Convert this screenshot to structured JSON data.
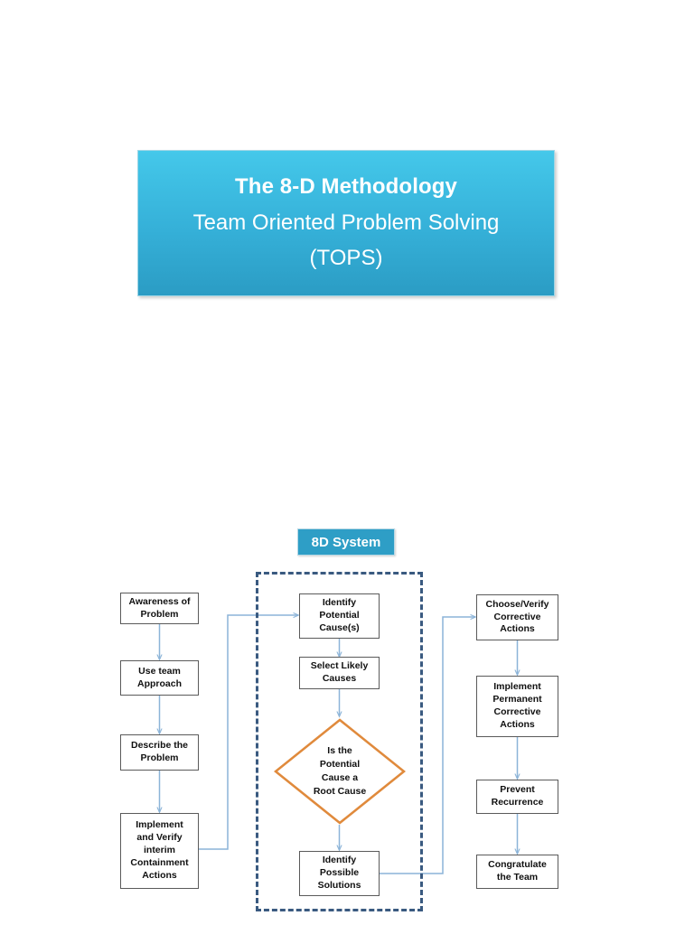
{
  "title_banner": {
    "line1": "The 8-D Methodology",
    "line2": "Team Oriented Problem Solving",
    "line3": "(TOPS)",
    "bg_top_color": "#45C8EA",
    "bg_bottom_color": "#2B9CC4",
    "text_color": "#FFFFFF"
  },
  "diagram": {
    "system_label": "8D System",
    "system_label_color": "#2E9EC6",
    "dashed_border_color": "#3A5A80",
    "box_border_color": "#5A5A5A",
    "connector_color": "#8CB4D8",
    "diamond_border_color": "#E08A3C",
    "left_column": [
      {
        "id": "awareness-of-problem",
        "label": "Awareness of\nProblem"
      },
      {
        "id": "use-team-approach",
        "label": "Use team\nApproach"
      },
      {
        "id": "describe-the-problem",
        "label": "Describe the\nProblem"
      },
      {
        "id": "implement-verify-interim-containment",
        "label": "Implement\nand Verify\ninterim\nContainment\nActions"
      }
    ],
    "center_column": [
      {
        "id": "identify-potential-causes",
        "label": "Identify\nPotential\nCause(s)"
      },
      {
        "id": "select-likely-causes",
        "label": "Select Likely\nCauses"
      }
    ],
    "decision": {
      "id": "is-potential-cause-root-cause",
      "label": "Is the\nPotential\nCause a\nRoot Cause"
    },
    "center_column_bottom": [
      {
        "id": "identify-possible-solutions",
        "label": "Identify\nPossible\nSolutions"
      }
    ],
    "right_column": [
      {
        "id": "choose-verify-corrective-actions",
        "label": "Choose/Verify\nCorrective\nActions"
      },
      {
        "id": "implement-permanent-corrective-actions",
        "label": "Implement\nPermanent\nCorrective\nActions"
      },
      {
        "id": "prevent-recurrence",
        "label": "Prevent\nRecurrence"
      },
      {
        "id": "congratulate-the-team",
        "label": "Congratulate\nthe Team"
      }
    ]
  }
}
